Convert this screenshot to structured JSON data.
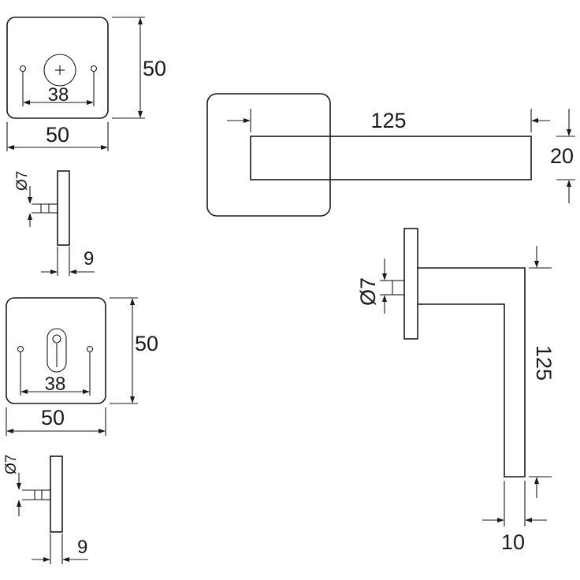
{
  "top_rosette": {
    "height_dim": "50",
    "width_dim": "50",
    "hole_spacing_dim": "38"
  },
  "top_side_view": {
    "diameter_dim": "Ø7",
    "thickness_dim": "9"
  },
  "bottom_rosette": {
    "height_dim": "50",
    "width_dim": "50",
    "hole_spacing_dim": "38"
  },
  "bottom_side_view": {
    "diameter_dim": "Ø7",
    "thickness_dim": "9"
  },
  "lever_top_view": {
    "length_dim": "125",
    "width_dim": "20"
  },
  "lever_side_view": {
    "diameter_dim": "Ø7",
    "length_dim": "125",
    "width_dim": "10"
  }
}
